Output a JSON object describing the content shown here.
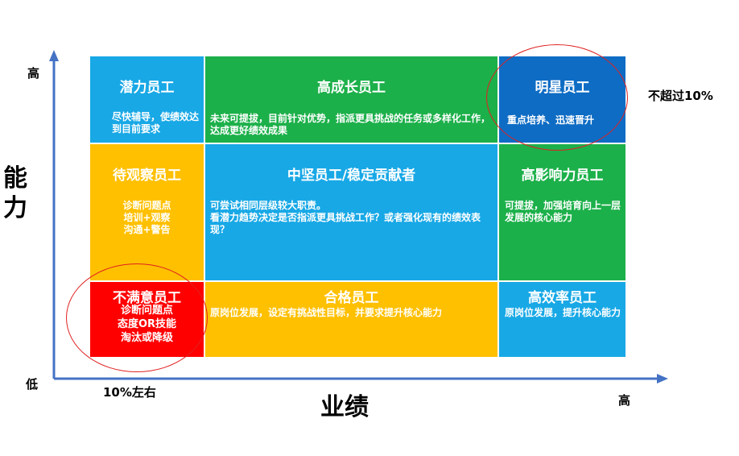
{
  "axes": {
    "y_high": "高",
    "y_low": "低",
    "y_title_line1": "能",
    "y_title_line2": "力",
    "x_title": "业绩",
    "x_high": "高"
  },
  "annotations": {
    "top_note": "不超过10%",
    "bottom_note": "10%左右"
  },
  "colors": {
    "blue_light": "#18a8e6",
    "green": "#1cb04a",
    "blue_dark": "#0e6cc4",
    "yellow": "#ffc000",
    "red": "#ff0000",
    "axis": "#4472c4",
    "ring": "#e02020"
  },
  "grid": {
    "potential": {
      "title": "潜力员工",
      "desc": "尽快辅导，使绩效达到目前要求"
    },
    "high_growth": {
      "title": "高成长员工",
      "desc": "未来可提拔，目前针对优势，指派更具挑战的任务或多样化工作，达成更好绩效成果"
    },
    "star": {
      "title": "明星员工",
      "desc": "重点培养、迅速晋升"
    },
    "observe": {
      "title": "待观察员工",
      "lines": [
        "诊断问题点",
        "培训+观察",
        "沟通+警告"
      ]
    },
    "backbone": {
      "title": "中坚员工/稳定贡献者",
      "line1": "可尝试相同层级较大职责。",
      "line2": "看潜力趋势决定是否指派更具挑战工作？或者强化现有的绩效表现？"
    },
    "high_impact": {
      "title": "高影响力员工",
      "desc": "可提拔，加强培育向上一层发展的核心能力"
    },
    "unsatisfactory": {
      "title": "不满意员工",
      "lines": [
        "诊断问题点",
        "态度OR技能",
        "淘汰或降级"
      ]
    },
    "qualified": {
      "title": "合格员工",
      "desc": "原岗位发展，设定有挑战性目标，并要求提升核心能力"
    },
    "high_efficiency": {
      "title": "高效率员工",
      "desc": "原岗位发展，提升核心能力"
    }
  }
}
